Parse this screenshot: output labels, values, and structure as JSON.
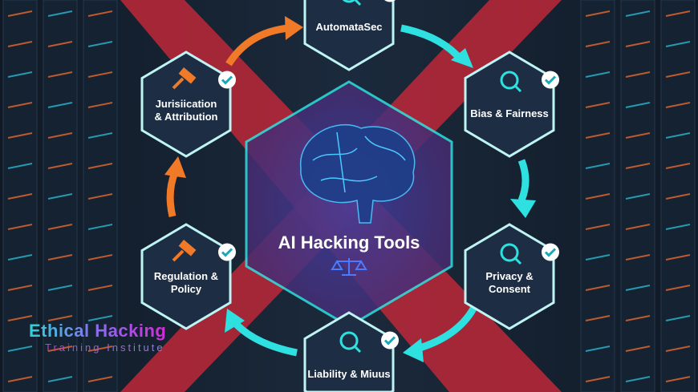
{
  "center": {
    "title": "AI Hacking Tools",
    "icon": "brain-icon",
    "sub_icon": "scales-icon"
  },
  "nodes": [
    {
      "label_lines": [
        "AutomataSec"
      ],
      "icon": "shield-bug-icon",
      "checked": true
    },
    {
      "label_lines": [
        "Bias & Fairness"
      ],
      "icon": "magnifier-document-icon",
      "checked": true
    },
    {
      "label_lines": [
        "Privacy &",
        "Consent"
      ],
      "icon": "privacy-scan-icon",
      "checked": true
    },
    {
      "label_lines": [
        "Liability & Miuus"
      ],
      "icon": "virus-gear-icon",
      "checked": true
    },
    {
      "label_lines": [
        "Regulation &",
        "Policy"
      ],
      "icon": "gavel-icon",
      "checked": true
    },
    {
      "label_lines": [
        "Jurisiication",
        "& Attribution"
      ],
      "icon": "gavel-icon",
      "checked": true
    }
  ],
  "branding": {
    "title": "Ethical Hacking",
    "subtitle": "Training Institute"
  },
  "colors": {
    "accent_cyan": "#2ee0e0",
    "accent_orange": "#f07a28",
    "red_band": "#c8283a",
    "hex_fill": "#1d2e44"
  }
}
